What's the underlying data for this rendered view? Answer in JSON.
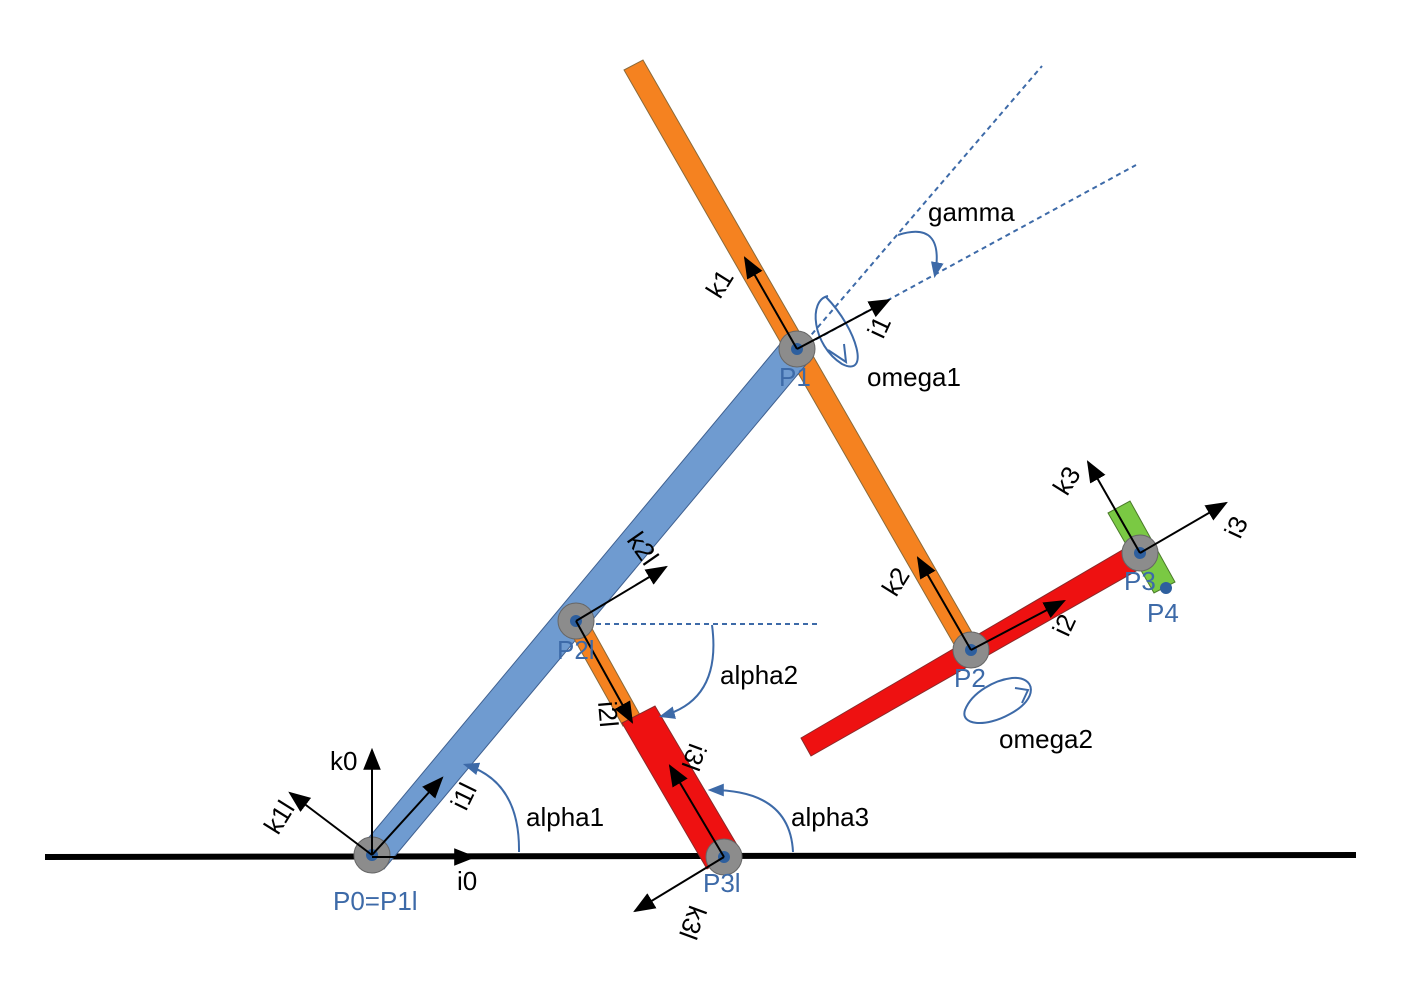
{
  "colors": {
    "ground": "#000000",
    "link_blue": "#6f9bd0",
    "link_orange": "#f58220",
    "link_red": "#ee1111",
    "link_green": "#7ac943",
    "joint_gray": "#8c8c8c",
    "joint_dot": "#2e5f9e",
    "annotation_blue": "#3d6aa8",
    "label_blue": "#3d6aa8"
  },
  "points": {
    "p0": "P0=P1l",
    "p1": "P1",
    "p2l": "P2l",
    "p2": "P2",
    "p3": "P3",
    "p4": "P4",
    "p3l": "P3l"
  },
  "axes": {
    "i0": "i0",
    "k0": "k0",
    "i1l": "i1l",
    "k1l": "k1l",
    "k2l": "k2l",
    "i2l": "i2l",
    "i3l": "i3l",
    "k3l": "k3l",
    "k1": "k1",
    "i1": "i1",
    "k2": "k2",
    "i2": "i2",
    "k3": "k3",
    "i3": "i3"
  },
  "angles": {
    "alpha1": "alpha1",
    "alpha2": "alpha2",
    "alpha3": "alpha3",
    "gamma": "gamma",
    "omega1": "omega1",
    "omega2": "omega2"
  },
  "icons": [
    "arrow-icon",
    "rotation-arrow-icon"
  ]
}
